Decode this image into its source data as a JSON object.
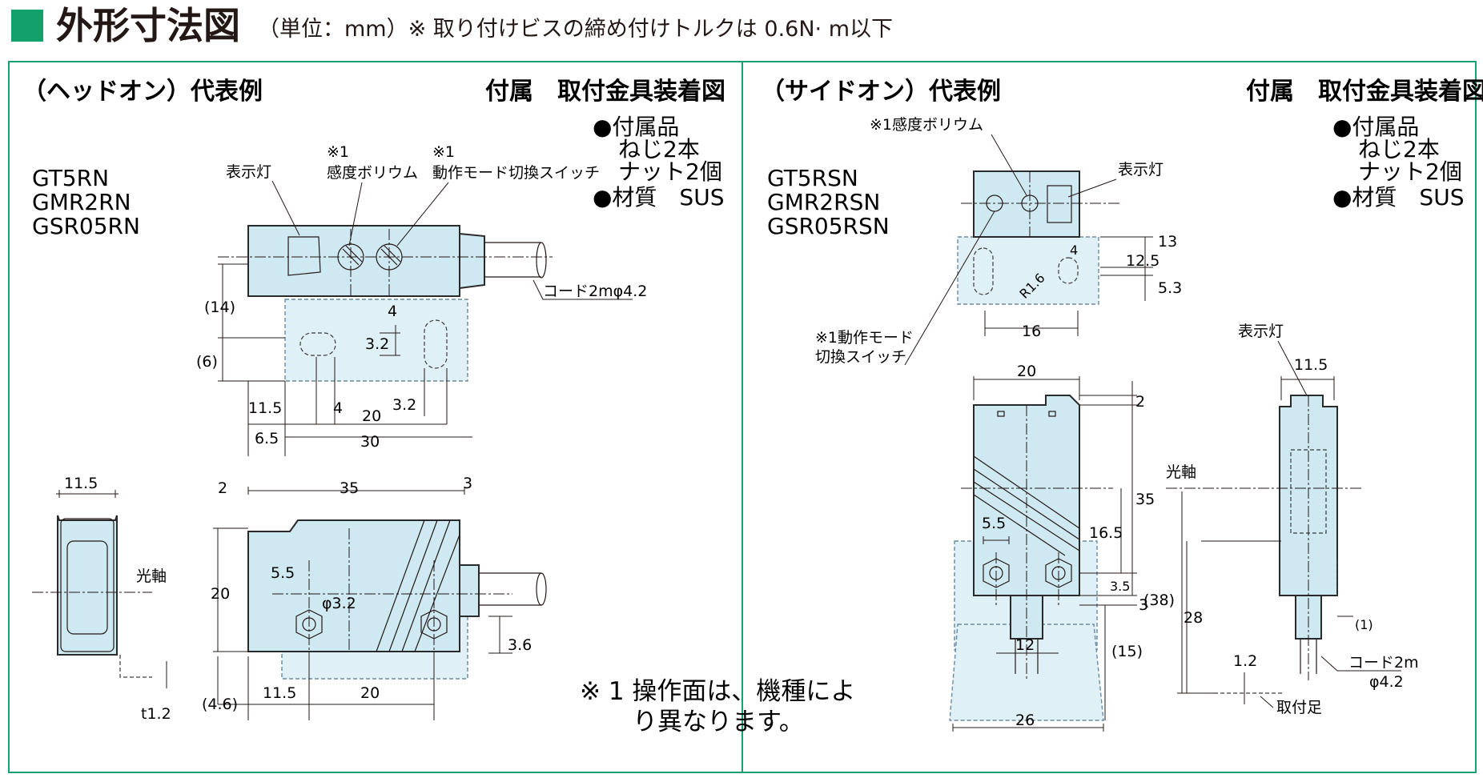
{
  "title": {
    "main": "外形寸法図",
    "note": "（単位：mm）※ 取り付けビスの締め付けトルクは 0.6N· m以下"
  },
  "colors": {
    "accent": "#14a06b",
    "body": "#cfe9f3",
    "mount": "#dff0f6"
  },
  "left_panel": {
    "heading": "（ヘッドオン）代表例",
    "accessory_heading": "付属　取付金具装着図",
    "accessories": [
      "●付属品",
      "ねじ2本",
      "ナット2個",
      "●材質　SUS"
    ],
    "models": [
      "GT5RN",
      "GMR2RN",
      "GSR05RN"
    ],
    "labels": {
      "indicator": "表示灯",
      "vol_mark": "※1",
      "vol": "感度ボリウム",
      "mode_mark": "※1",
      "mode": "動作モード切換スイッチ",
      "cord": "コード2mφ4.2",
      "optical_axis": "光軸"
    },
    "dims": [
      "(14)",
      "(6)",
      "4",
      "3.2",
      "11.5",
      "4",
      "20",
      "3.2",
      "6.5",
      "30",
      "11.5",
      "2",
      "35",
      "3",
      "5.5",
      "φ3.2",
      "20",
      "3.6",
      "(4.6)",
      "11.5",
      "20",
      "t1.2"
    ]
  },
  "right_panel": {
    "heading": "（サイドオン）代表例",
    "accessory_heading": "付属　取付金具装着図",
    "accessories": [
      "●付属品",
      "ねじ2本",
      "ナット2個",
      "●材質　SUS"
    ],
    "models": [
      "GT5RSN",
      "GMR2RSN",
      "GSR05RSN"
    ],
    "labels": {
      "vol": "※1感度ボリウム",
      "indicator": "表示灯",
      "mode_line1": "※1動作モード",
      "mode_line2": "切換スイッチ",
      "indicator2": "表示灯",
      "optical_axis": "光軸",
      "cord_line1": "コード2m",
      "cord_line2": "φ4.2",
      "foot": "取付足"
    },
    "dims": [
      "13",
      "4",
      "12.5",
      "5.3",
      "R1.6",
      "16",
      "20",
      "2",
      "35",
      "5.5",
      "16.5",
      "3.5",
      "3",
      "12",
      "(15)",
      "26",
      "11.5",
      "(38)",
      "28",
      "(1)",
      "1.2"
    ]
  },
  "footnote": {
    "line1": "※ 1 操作面は、機種によ",
    "line2": "り異なります。"
  }
}
